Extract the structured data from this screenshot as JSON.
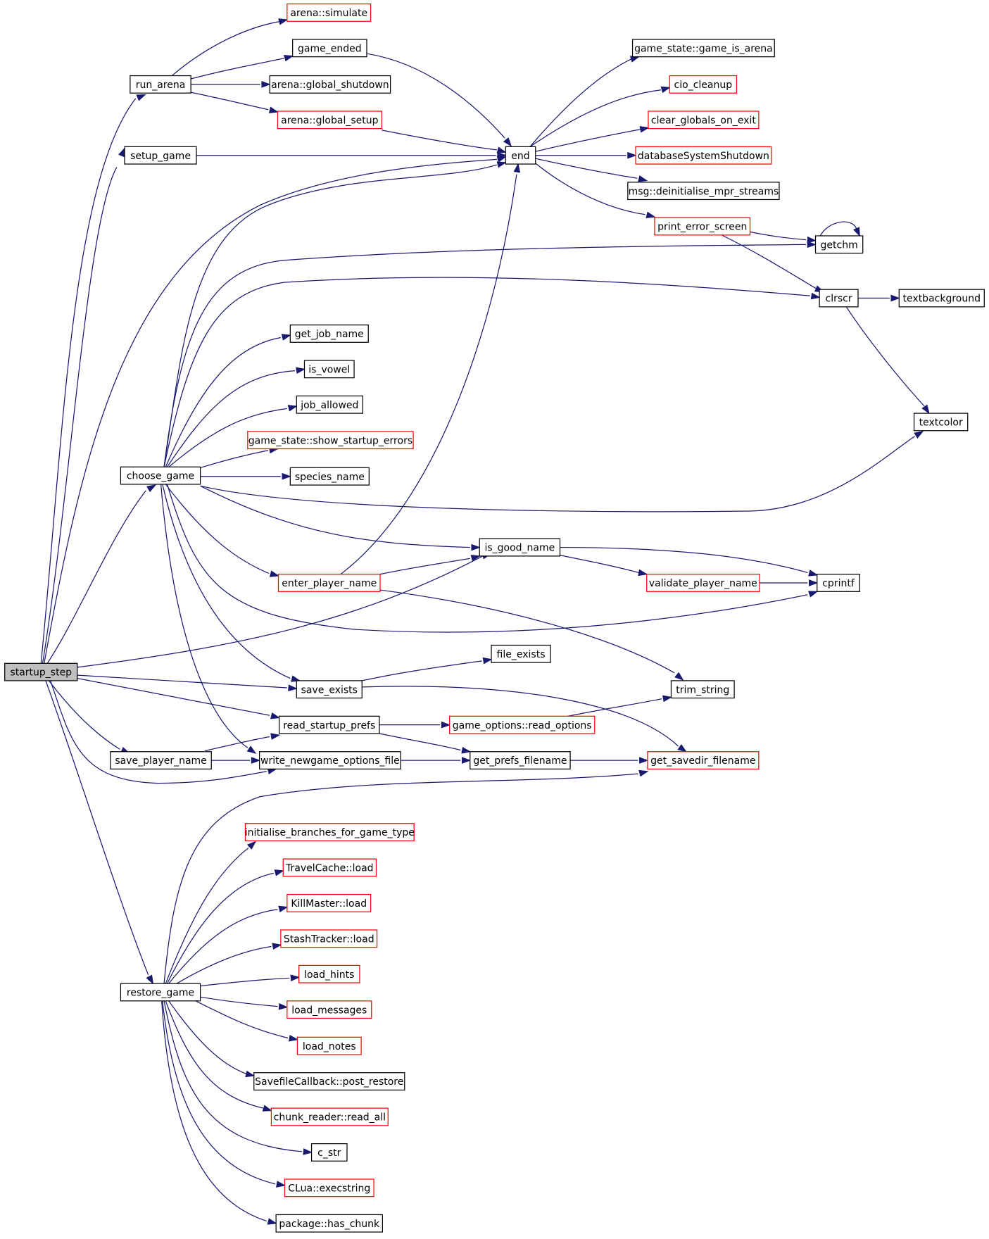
{
  "colors": {
    "edge": "#191970",
    "normal_border": "#000000",
    "truncated_border": "#ff0000",
    "root_fill": "#bfbfbf"
  },
  "nodes": {
    "startup_step": {
      "label": "startup_step",
      "style": "root"
    },
    "run_arena": {
      "label": "run_arena",
      "style": "normal"
    },
    "setup_game": {
      "label": "setup_game",
      "style": "normal"
    },
    "choose_game": {
      "label": "choose_game",
      "style": "normal"
    },
    "save_player_name": {
      "label": "save_player_name",
      "style": "normal"
    },
    "restore_game": {
      "label": "restore_game",
      "style": "normal"
    },
    "arena_simulate": {
      "label": "arena::simulate",
      "style": "truncated"
    },
    "game_ended": {
      "label": "game_ended",
      "style": "normal"
    },
    "arena_global_shutdown": {
      "label": "arena::global_shutdown",
      "style": "normal"
    },
    "arena_global_setup": {
      "label": "arena::global_setup",
      "style": "truncated"
    },
    "end": {
      "label": "end",
      "style": "normal"
    },
    "game_is_arena": {
      "label": "game_state::game_is_arena",
      "style": "normal"
    },
    "cio_cleanup": {
      "label": "cio_cleanup",
      "style": "truncated"
    },
    "clear_globals_on_exit": {
      "label": "clear_globals_on_exit",
      "style": "truncated"
    },
    "databaseSystemShutdown": {
      "label": "databaseSystemShutdown",
      "style": "truncated"
    },
    "deinitialise_mpr_streams": {
      "label": "msg::deinitialise_mpr_streams",
      "style": "normal"
    },
    "print_error_screen": {
      "label": "print_error_screen",
      "style": "truncated"
    },
    "getchm": {
      "label": "getchm",
      "style": "normal"
    },
    "clrscr": {
      "label": "clrscr",
      "style": "normal"
    },
    "textbackground": {
      "label": "textbackground",
      "style": "normal"
    },
    "textcolor": {
      "label": "textcolor",
      "style": "normal"
    },
    "get_job_name": {
      "label": "get_job_name",
      "style": "normal"
    },
    "is_vowel": {
      "label": "is_vowel",
      "style": "normal"
    },
    "job_allowed": {
      "label": "job_allowed",
      "style": "normal"
    },
    "show_startup_errors": {
      "label": "game_state::show_startup_errors",
      "style": "truncated"
    },
    "species_name": {
      "label": "species_name",
      "style": "normal"
    },
    "is_good_name": {
      "label": "is_good_name",
      "style": "normal"
    },
    "enter_player_name": {
      "label": "enter_player_name",
      "style": "truncated"
    },
    "validate_player_name": {
      "label": "validate_player_name",
      "style": "truncated"
    },
    "cprintf": {
      "label": "cprintf",
      "style": "normal"
    },
    "file_exists": {
      "label": "file_exists",
      "style": "normal"
    },
    "save_exists": {
      "label": "save_exists",
      "style": "normal"
    },
    "trim_string": {
      "label": "trim_string",
      "style": "normal"
    },
    "read_startup_prefs": {
      "label": "read_startup_prefs",
      "style": "normal"
    },
    "read_options": {
      "label": "game_options::read_options",
      "style": "truncated"
    },
    "write_newgame_options_file": {
      "label": "write_newgame_options_file",
      "style": "normal"
    },
    "get_prefs_filename": {
      "label": "get_prefs_filename",
      "style": "normal"
    },
    "get_savedir_filename": {
      "label": "get_savedir_filename",
      "style": "truncated"
    },
    "initialise_branches": {
      "label": "initialise_branches_for_game_type",
      "style": "truncated"
    },
    "travelcache_load": {
      "label": "TravelCache::load",
      "style": "truncated"
    },
    "killmaster_load": {
      "label": "KillMaster::load",
      "style": "truncated"
    },
    "stashtracker_load": {
      "label": "StashTracker::load",
      "style": "truncated"
    },
    "load_hints": {
      "label": "load_hints",
      "style": "truncated"
    },
    "load_messages": {
      "label": "load_messages",
      "style": "truncated"
    },
    "load_notes": {
      "label": "load_notes",
      "style": "truncated"
    },
    "post_restore": {
      "label": "SavefileCallback::post_restore",
      "style": "normal"
    },
    "read_all": {
      "label": "chunk_reader::read_all",
      "style": "truncated"
    },
    "c_str": {
      "label": "c_str",
      "style": "normal"
    },
    "execstring": {
      "label": "CLua::execstring",
      "style": "truncated"
    },
    "has_chunk": {
      "label": "package::has_chunk",
      "style": "normal"
    }
  }
}
